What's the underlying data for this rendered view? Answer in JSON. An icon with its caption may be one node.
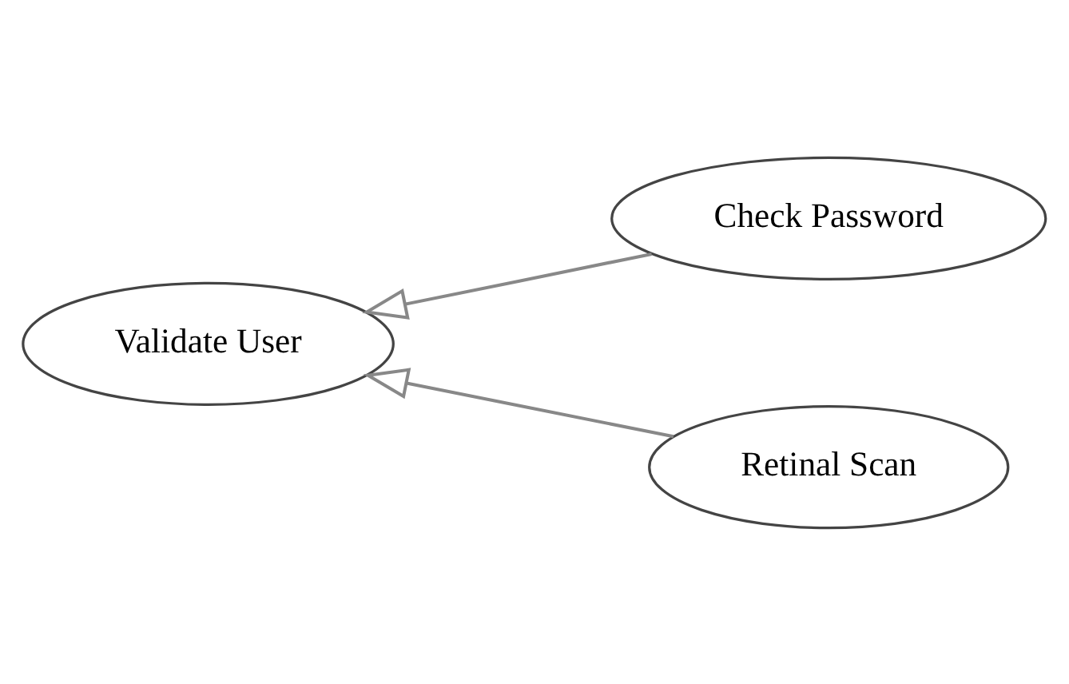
{
  "diagram": {
    "nodes": [
      {
        "text": [
          "Check Password"
        ]
      },
      {
        "text": [
          "Validate User"
        ]
      },
      {
        "text": [
          "Retinal Scan"
        ]
      }
    ],
    "edges": [
      {
        "from": 0,
        "to": 1,
        "arrow": "to"
      },
      {
        "from": 2,
        "to": 1,
        "arrow": "to"
      }
    ]
  }
}
